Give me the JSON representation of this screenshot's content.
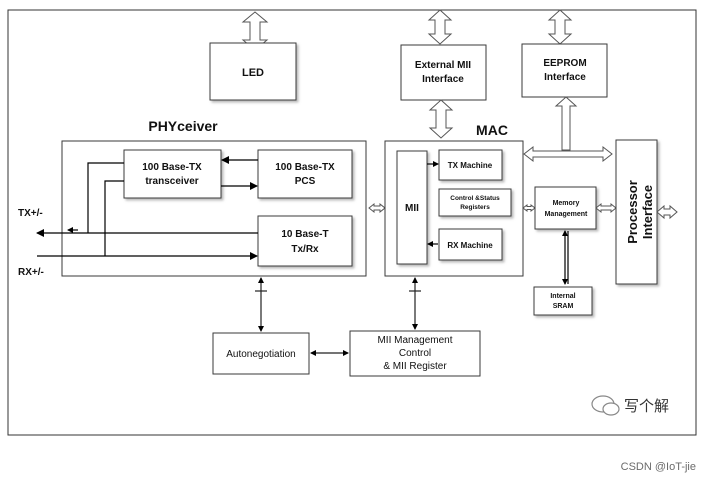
{
  "blocks": {
    "led": "LED",
    "ext_mii": [
      "External MII",
      "Interface"
    ],
    "eeprom": [
      "EEPROM",
      "Interface"
    ],
    "phy_title": "PHYceiver",
    "mac_title": "MAC",
    "tx100": [
      "100 Base-TX",
      "transceiver"
    ],
    "pcs100": [
      "100 Base-TX",
      "PCS"
    ],
    "t10": [
      "10 Base-T",
      "Tx/Rx"
    ],
    "mii": "MII",
    "tx_machine": "TX Machine",
    "ctrl_status": [
      "Control &Status",
      "Registers"
    ],
    "rx_machine": "RX Machine",
    "memory": [
      "Memory",
      "Management"
    ],
    "processor": [
      "Processor",
      "Interface"
    ],
    "sram": [
      "Internal",
      "SRAM"
    ],
    "autoneg": "Autonegotiation",
    "mii_mgmt": [
      "MII Management",
      "Control",
      "& MII Register"
    ],
    "tx_label": "TX+/-",
    "rx_label": "RX+/-"
  },
  "watermark": "写个解",
  "credit": "CSDN @IoT-jie"
}
